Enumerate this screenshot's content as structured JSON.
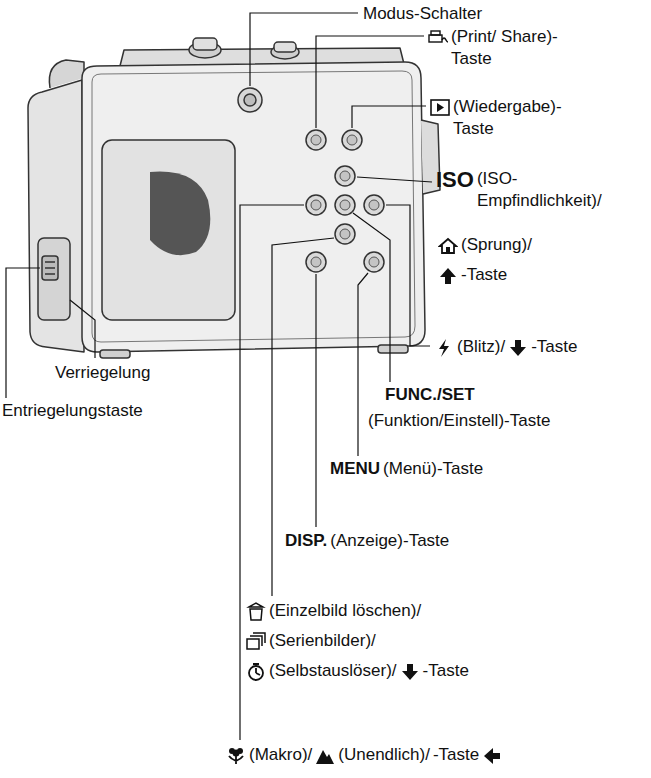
{
  "diagram": {
    "labels": [
      "Modus-Schalter",
      "(Print/ Share)-Taste",
      "(Wiedergabe)- Taste",
      "ISO",
      "(ISO- Empfindlichkeit)/",
      "(Sprung)/",
      "-Taste",
      "(Blitz)/",
      "-Taste",
      "FUNC./SET",
      "(Funktion/Einstell)-Taste",
      "MENU",
      "(Menü)-Taste",
      "DISP.",
      "(Anzeige)-Taste",
      "(Einzelbild löschen)/",
      "(Serienbilder)/",
      "(Selbstauslöser)/",
      "-Taste",
      "(Makro)/",
      "(Unendlich)/",
      "-Taste",
      "Verriegelung",
      "Entriegelungstaste"
    ]
  }
}
